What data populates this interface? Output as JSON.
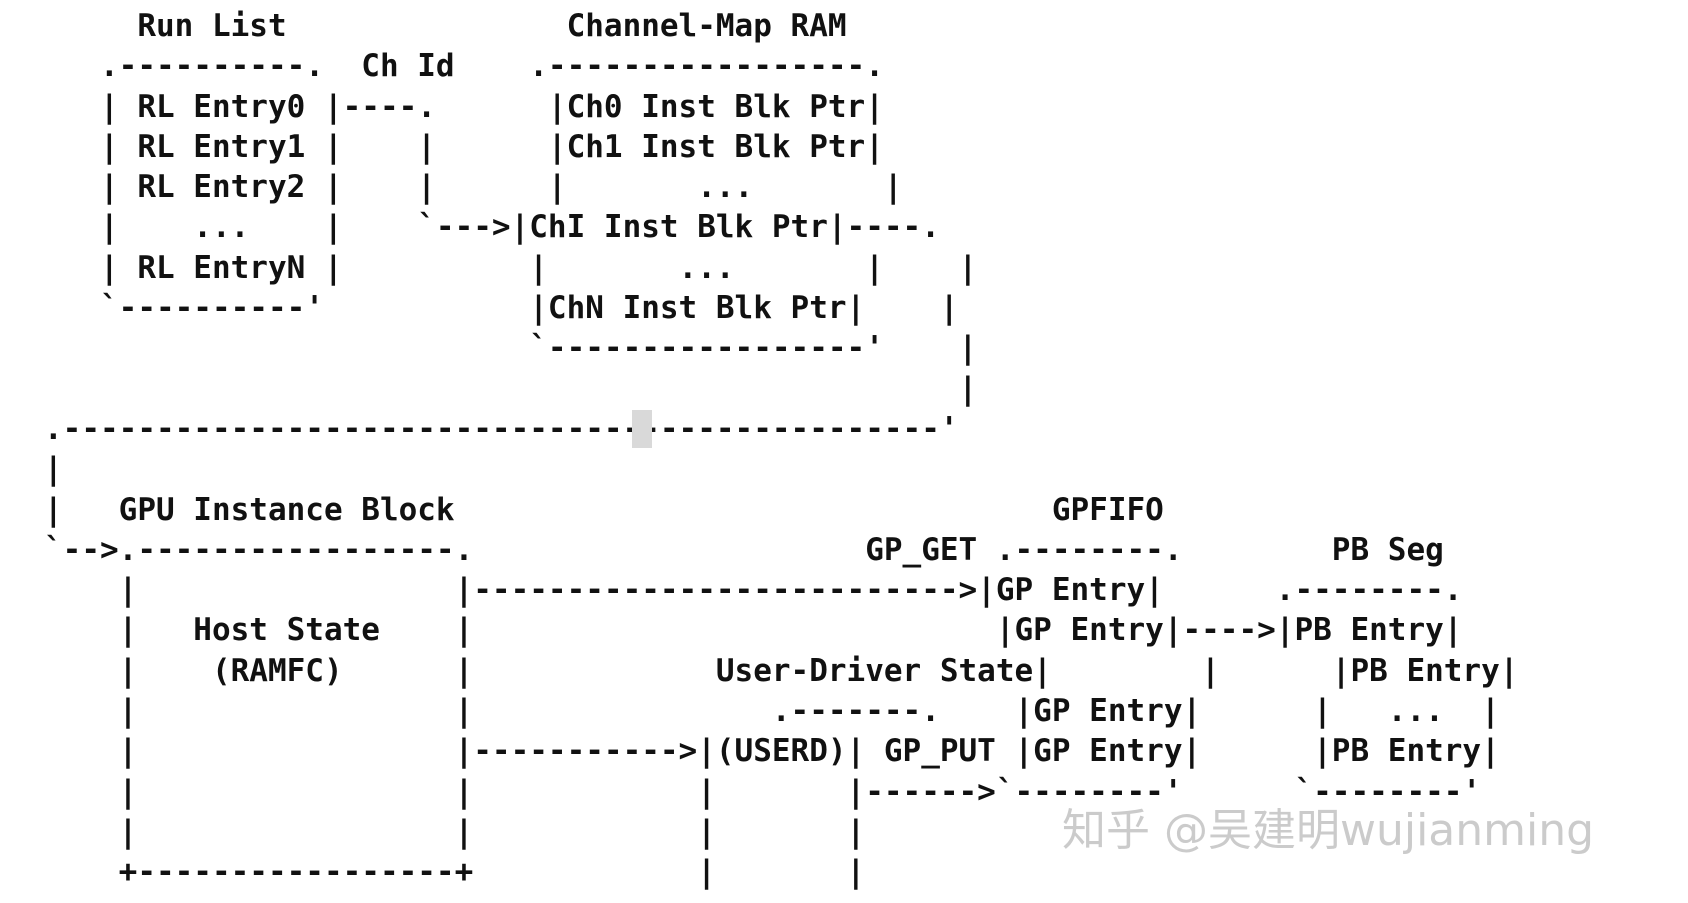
{
  "diagram": {
    "lines": [
      "     Run List               Channel-Map RAM",
      "   .----------.  Ch Id    .-----------------.",
      "   | RL Entry0 |----.      |Ch0 Inst Blk Ptr|",
      "   | RL Entry1 |    |      |Ch1 Inst Blk Ptr|",
      "   | RL Entry2 |    |      |       ...       |",
      "   |    ...    |    `--->|ChI Inst Blk Ptr|----.",
      "   | RL EntryN |          |       ...       |    |",
      "   `----------'           |ChN Inst Blk Ptr|    |",
      "                          `-----------------'    |",
      "                                                 |",
      ".-----------------------------------------------'",
      "|",
      "|   GPU Instance Block                                GPFIFO",
      "`-->.-----------------.                     GP_GET .--------.        PB Seg",
      "    |                 |-------------------------->|GP Entry|      .--------.",
      "    |   Host State    |                            |GP Entry|---->|PB Entry|",
      "    |    (RAMFC)      |             User-Driver State|        |      |PB Entry|",
      "    |                 |                .-------.    |GP Entry|      |   ...  |",
      "    |                 |----------->|(USERD)| GP_PUT |GP Entry|      |PB Entry|",
      "    |                 |            |       |------>`--------'      `--------'",
      "    |                 |            |       |",
      "    +-----------------+            |       |"
    ]
  },
  "watermark": {
    "text": "知乎 @吴建明wujianming"
  }
}
